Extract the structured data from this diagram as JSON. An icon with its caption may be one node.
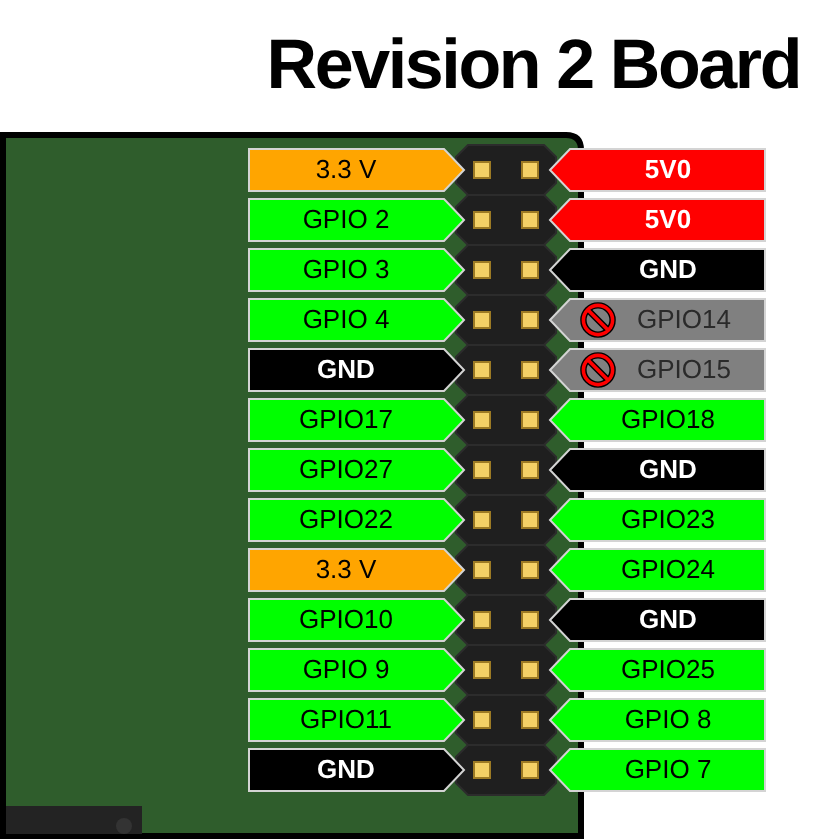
{
  "diagram": {
    "title": "Revision 2 Board",
    "nodes": [
      {
        "text": [
          "3.3 V"
        ]
      },
      {
        "text": [
          "5V0"
        ]
      },
      {
        "text": [
          "GPIO 2"
        ]
      },
      {
        "text": [
          "5V0"
        ]
      },
      {
        "text": [
          "GPIO 3"
        ]
      },
      {
        "text": [
          "GND"
        ]
      },
      {
        "text": [
          "GPIO 4"
        ]
      },
      {
        "text": [
          "GPIO14"
        ]
      },
      {
        "text": [
          "GND"
        ]
      },
      {
        "text": [
          "GPIO15"
        ]
      },
      {
        "text": [
          "GPIO17"
        ]
      },
      {
        "text": [
          "GPIO18"
        ]
      },
      {
        "text": [
          "GPIO27"
        ]
      },
      {
        "text": [
          "GND"
        ]
      },
      {
        "text": [
          "GPIO22"
        ]
      },
      {
        "text": [
          "GPIO23"
        ]
      },
      {
        "text": [
          "3.3 V"
        ]
      },
      {
        "text": [
          "GPIO24"
        ]
      },
      {
        "text": [
          "GPIO10"
        ]
      },
      {
        "text": [
          "GND"
        ]
      },
      {
        "text": [
          "GPIO 9"
        ]
      },
      {
        "text": [
          "GPIO25"
        ]
      },
      {
        "text": [
          "GPIO11"
        ]
      },
      {
        "text": [
          "GPIO 8"
        ]
      },
      {
        "text": [
          "GND"
        ]
      },
      {
        "text": [
          "GPIO 7"
        ]
      }
    ]
  }
}
